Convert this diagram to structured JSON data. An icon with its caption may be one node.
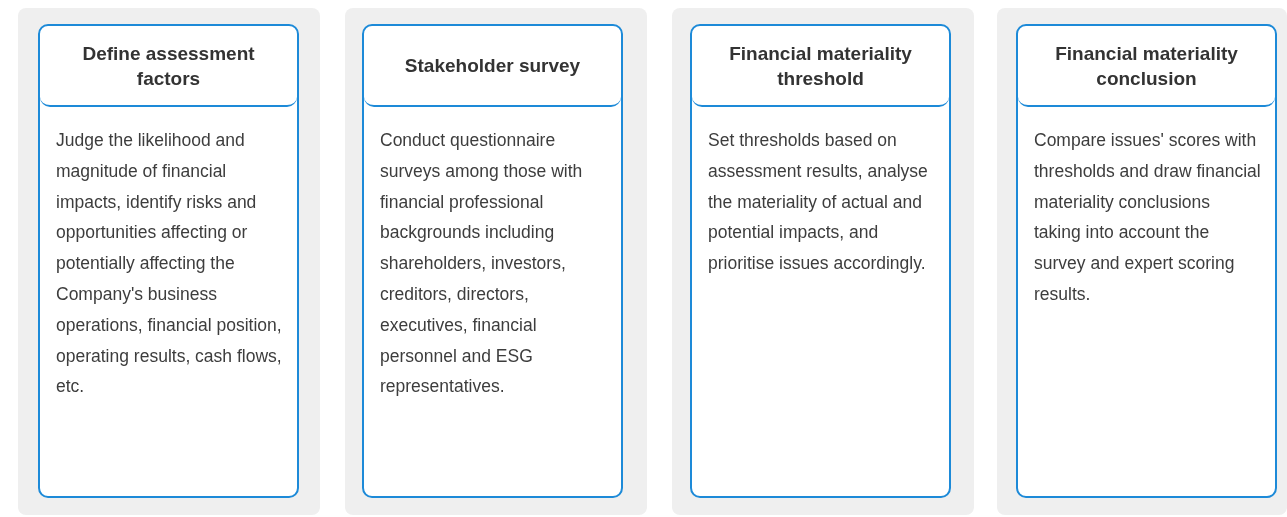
{
  "diagram": {
    "nodes": [
      {
        "text": [
          "Define assessment factors",
          "Judge the likelihood and magnitude of financial impacts, identify risks and opportunities affecting or potentially affecting the Company's business operations, financial position, operating results, cash flows, etc."
        ]
      },
      {
        "text": [
          "Stakeholder survey",
          "Conduct questionnaire surveys among those with financial professional backgrounds including shareholders, investors, creditors, directors, executives, financial personnel and ESG representatives."
        ]
      },
      {
        "text": [
          "Financial materiality threshold",
          "Set thresholds based on assessment results, analyse the materiality of actual and potential impacts, and prioritise issues accordingly."
        ]
      },
      {
        "text": [
          "Financial materiality conclusion",
          "Compare issues' scores with thresholds and draw financial materiality conclusions taking into account the survey and expert scoring results."
        ]
      }
    ]
  }
}
